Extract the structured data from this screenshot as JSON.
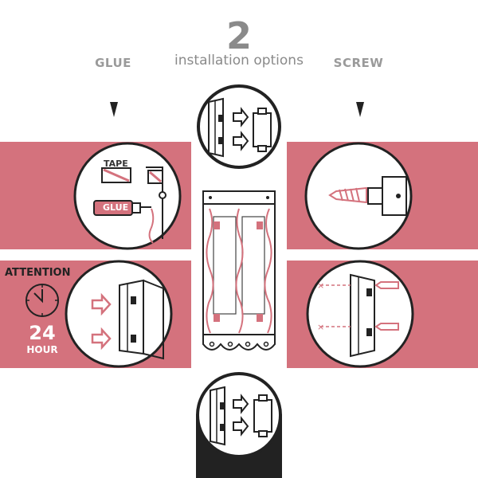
{
  "header": {
    "count": "2",
    "subtitle": "installation options"
  },
  "options": {
    "glue": {
      "title": "GLUE"
    },
    "screw": {
      "title": "SCREW"
    }
  },
  "attention": {
    "title": "ATTENTION",
    "hours": "24",
    "unit": "HOUR"
  },
  "labels": {
    "tape": "TAPE",
    "glue": "GLUE"
  },
  "colors": {
    "band": "#d4727d",
    "gray_text": "#8a8a8a",
    "dark": "#222222"
  },
  "icons": [
    "down-arrow-icon",
    "clock-icon",
    "right-arrow-icon",
    "screw-icon",
    "tape-icon",
    "glue-tube-icon"
  ]
}
